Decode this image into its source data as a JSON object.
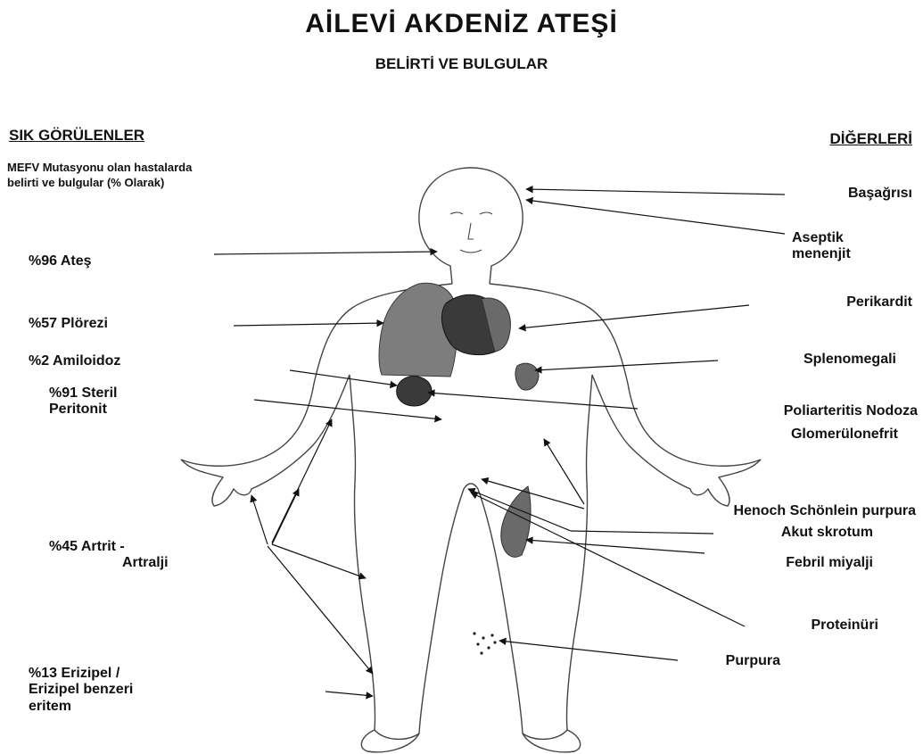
{
  "title": "AİLEVİ  AKDENİZ ATEŞİ",
  "subtitle": "BELİRTİ VE BULGULAR",
  "left_header": "SIK GÖRÜLENLER",
  "right_header": "DİĞERLERİ",
  "note": {
    "line1": "MEFV Mutasyonu olan hastalarda",
    "line2": "belirti ve bulgular (% Olarak)"
  },
  "left_labels": {
    "fever": "%96 Ateş",
    "pleurisy": "%57 Plörezi",
    "amyloidosis": "%2 Amiloidoz",
    "peritonitis_1": "%91 Steril",
    "peritonitis_2": "Peritonit",
    "arthritis_1": "%45 Artrit -",
    "arthritis_2": "Artralji",
    "erysipelas_1": "%13 Erizipel /",
    "erysipelas_2": "Erizipel benzeri",
    "erysipelas_3": "eritem"
  },
  "right_labels": {
    "headache": "Başağrısı",
    "meningitis_1": "Aseptik",
    "meningitis_2": "menenjit",
    "pericarditis": "Perikardit",
    "splenomegaly": "Splenomegali",
    "pan": "Poliarteritis Nodoza",
    "glomerulonephritis": "Glomerülonefrit",
    "hsp": "Henoch Schönlein purpura",
    "scrotum": "Akut skrotum",
    "myalgia": "Febril miyalji",
    "proteinuria": "Proteinüri",
    "purpura": "Purpura"
  },
  "colors": {
    "ink": "#111111",
    "organ": "#7d7d7d",
    "organ_dark": "#3a3a3a"
  }
}
